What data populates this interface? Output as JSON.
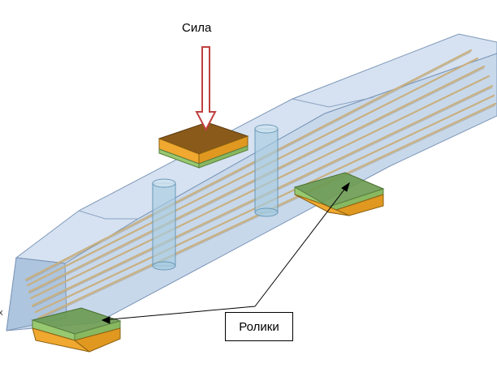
{
  "labels": {
    "force": "Сила",
    "rollers": "Ролики",
    "edge_fragment": "x"
  },
  "colors": {
    "beam_fill": "#b9cfe6",
    "beam_edge": "#7c96b8",
    "rebar": "#c8b080",
    "plate_top_brown": "#8a5a1a",
    "plate_orange": "#f0a830",
    "plate_green": "#98c870",
    "roller_top_green": "#6a9a50",
    "arrow_outline": "#c04040",
    "arrow_fill": "#ffffff",
    "cylinder": "#a8cce0"
  }
}
